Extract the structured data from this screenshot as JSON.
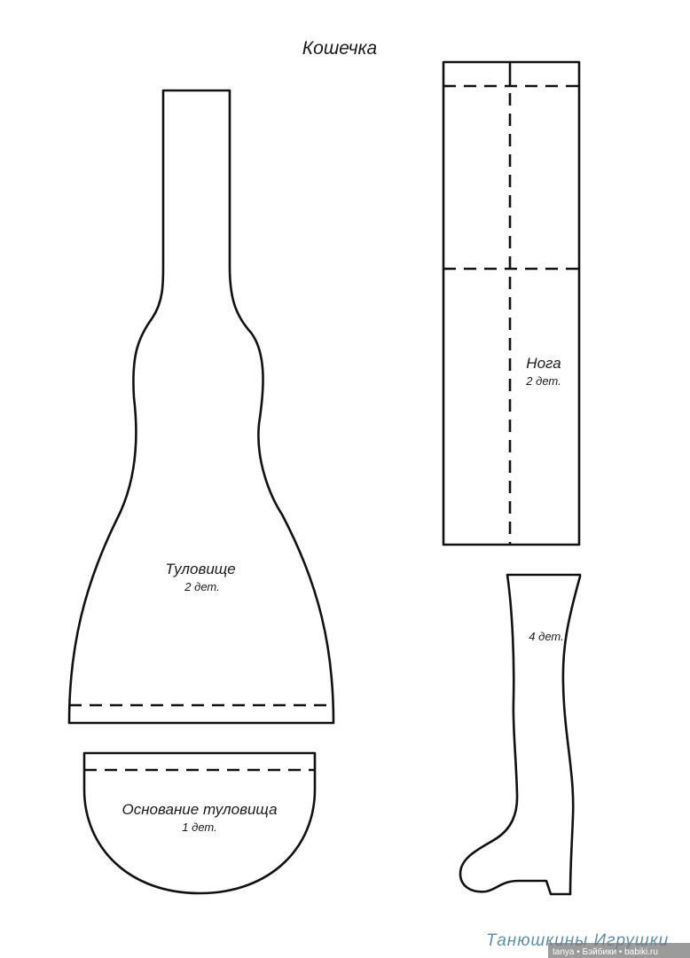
{
  "title": "Кошечка",
  "pieces": {
    "torso": {
      "name": "Туловище",
      "count": "2 дет."
    },
    "torso_base": {
      "name": "Основание туловища",
      "count": "1 дет."
    },
    "leg": {
      "name": "Нога",
      "count": "2 дет."
    },
    "boot": {
      "count": "4 дет."
    }
  },
  "watermark": {
    "brand": "Танюшкины Игрушки",
    "site": "tanya • Бэйбики • babiki.ru"
  }
}
